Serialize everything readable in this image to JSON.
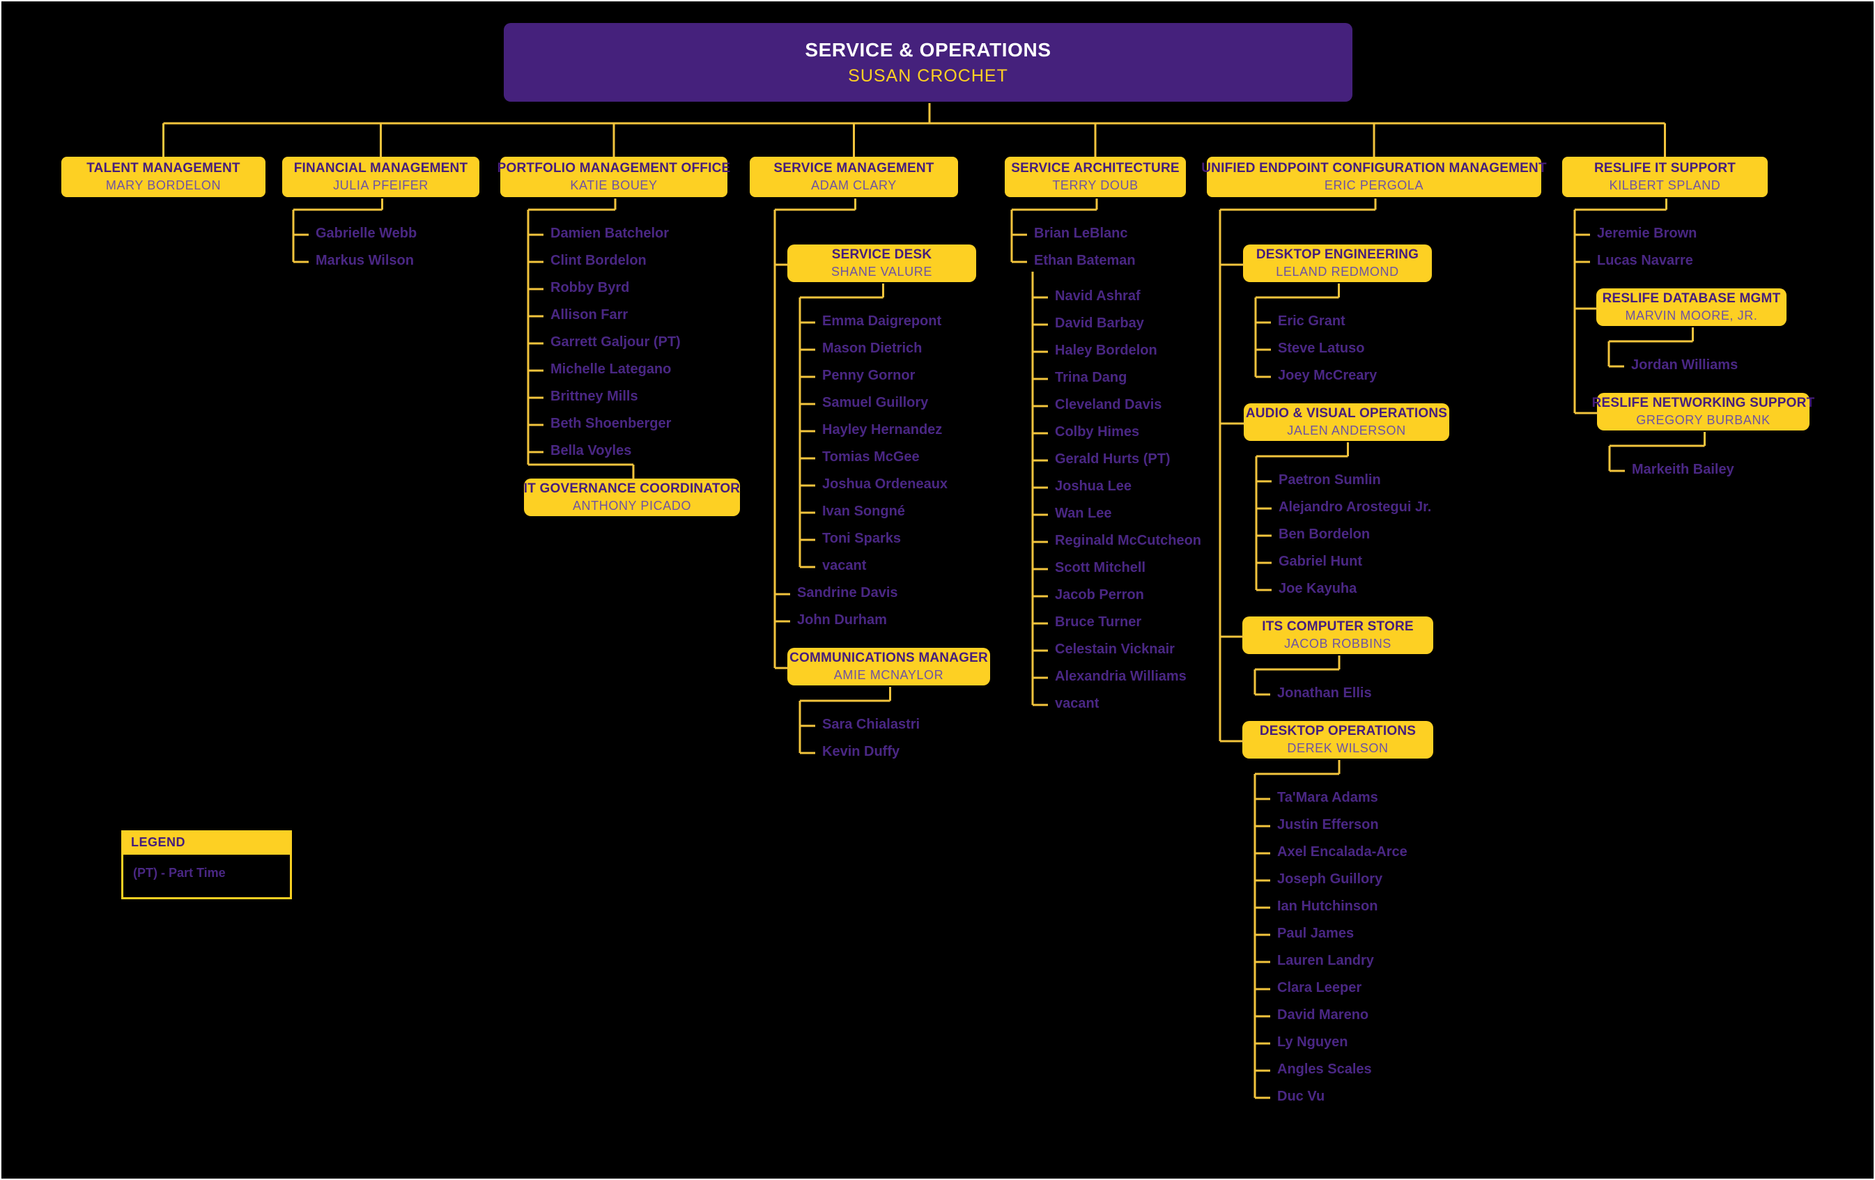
{
  "root": {
    "title": "SERVICE & OPERATIONS",
    "name": "SUSAN CROCHET"
  },
  "legend": {
    "title": "LEGEND",
    "items": [
      "(PT) - Part Time"
    ]
  },
  "colors": {
    "background": "#000000",
    "gold": "#FDD023",
    "purple": "#45217C",
    "box_title_purple": "#461D7C",
    "box_subtitle_purple": "#6E52A3",
    "name_purple": "#4A2784",
    "root_title_white": "#FFFFFF"
  },
  "branches": [
    {
      "title": "TALENT MANAGEMENT",
      "name": "MARY BORDELON",
      "children": []
    },
    {
      "title": "FINANCIAL MANAGEMENT",
      "name": "JULIA PFEIFER",
      "children": [
        {
          "person": "Gabrielle Webb"
        },
        {
          "person": "Markus Wilson"
        }
      ]
    },
    {
      "title": "PORTFOLIO MANAGEMENT OFFICE",
      "name": "KATIE BOUEY",
      "children": [
        {
          "person": "Damien Batchelor"
        },
        {
          "person": "Clint Bordelon"
        },
        {
          "person": "Robby Byrd"
        },
        {
          "person": "Allison Farr"
        },
        {
          "person": "Garrett Galjour (PT)"
        },
        {
          "person": "Michelle Lategano"
        },
        {
          "person": "Brittney Mills"
        },
        {
          "person": "Beth Shoenberger"
        },
        {
          "person": "Bella Voyles"
        },
        {
          "unit": {
            "title": "IT GOVERNANCE COORDINATOR",
            "name": "ANTHONY PICADO"
          },
          "attach": "top"
        }
      ]
    },
    {
      "title": "SERVICE MANAGEMENT",
      "name": "ADAM CLARY",
      "children": [
        {
          "unit": {
            "title": "SERVICE DESK",
            "name": "SHANE VALURE"
          },
          "reports": [
            {
              "person": "Emma Daigrepont"
            },
            {
              "person": "Mason Dietrich"
            },
            {
              "person": "Penny Gornor"
            },
            {
              "person": "Samuel Guillory"
            },
            {
              "person": "Hayley Hernandez"
            },
            {
              "person": "Tomias McGee"
            },
            {
              "person": "Joshua Ordeneaux"
            },
            {
              "person": "Ivan Songné"
            },
            {
              "person": "Toni Sparks"
            },
            {
              "person": "vacant"
            }
          ]
        },
        {
          "person": "Sandrine Davis"
        },
        {
          "person": "John Durham"
        },
        {
          "unit": {
            "title": "COMMUNICATIONS MANAGER",
            "name": "AMIE MCNAYLOR"
          },
          "reports": [
            {
              "person": "Sara Chialastri"
            },
            {
              "person": "Kevin Duffy"
            }
          ]
        }
      ]
    },
    {
      "title": "SERVICE ARCHITECTURE",
      "name": "TERRY DOUB",
      "children": [
        {
          "person": "Brian LeBlanc"
        },
        {
          "person": "Ethan Bateman",
          "reports": [
            {
              "person": "Navid Ashraf"
            },
            {
              "person": "David Barbay"
            },
            {
              "person": "Haley Bordelon"
            },
            {
              "person": "Trina Dang"
            },
            {
              "person": "Cleveland Davis"
            },
            {
              "person": "Colby Himes"
            },
            {
              "person": "Gerald Hurts (PT)"
            },
            {
              "person": "Joshua Lee"
            },
            {
              "person": "Wan Lee"
            },
            {
              "person": "Reginald McCutcheon"
            },
            {
              "person": "Scott Mitchell"
            },
            {
              "person": "Jacob Perron"
            },
            {
              "person": "Bruce Turner"
            },
            {
              "person": "Celestain Vicknair"
            },
            {
              "person": "Alexandria Williams"
            },
            {
              "person": "vacant"
            }
          ]
        }
      ]
    },
    {
      "title": "UNIFIED ENDPOINT CONFIGURATION MANAGEMENT",
      "name": "ERIC PERGOLA",
      "children": [
        {
          "unit": {
            "title": "DESKTOP ENGINEERING",
            "name": "LELAND REDMOND"
          },
          "reports": [
            {
              "person": "Eric Grant"
            },
            {
              "person": "Steve Latuso"
            },
            {
              "person": "Joey McCreary"
            }
          ]
        },
        {
          "unit": {
            "title": "AUDIO & VISUAL OPERATIONS",
            "name": "JALEN ANDERSON"
          },
          "reports": [
            {
              "person": "Paetron Sumlin"
            },
            {
              "person": "Alejandro Arostegui Jr."
            },
            {
              "person": "Ben Bordelon"
            },
            {
              "person": "Gabriel Hunt"
            },
            {
              "person": "Joe Kayuha"
            }
          ]
        },
        {
          "unit": {
            "title": "ITS COMPUTER STORE",
            "name": "JACOB ROBBINS"
          },
          "reports": [
            {
              "person": "Jonathan Ellis"
            }
          ]
        },
        {
          "unit": {
            "title": "DESKTOP OPERATIONS",
            "name": "DEREK WILSON"
          },
          "reports": [
            {
              "person": "Ta'Mara Adams"
            },
            {
              "person": "Justin Efferson"
            },
            {
              "person": "Axel Encalada-Arce"
            },
            {
              "person": "Joseph Guillory"
            },
            {
              "person": "Ian Hutchinson"
            },
            {
              "person": "Paul James"
            },
            {
              "person": "Lauren Landry"
            },
            {
              "person": "Clara Leeper"
            },
            {
              "person": "David Mareno"
            },
            {
              "person": "Ly Nguyen"
            },
            {
              "person": "Angles Scales"
            },
            {
              "person": "Duc Vu"
            }
          ]
        }
      ]
    },
    {
      "title": "RESLIFE IT SUPPORT",
      "name": "KILBERT SPLAND",
      "children": [
        {
          "person": "Jeremie Brown"
        },
        {
          "person": "Lucas Navarre"
        },
        {
          "unit": {
            "title": "RESLIFE DATABASE MGMT",
            "name": "MARVIN MOORE, JR."
          },
          "reports": [
            {
              "person": "Jordan Williams"
            }
          ]
        },
        {
          "unit": {
            "title": "RESLIFE NETWORKING SUPPORT",
            "name": "GREGORY BURBANK"
          },
          "reports": [
            {
              "person": "Markeith Bailey"
            }
          ]
        }
      ]
    }
  ]
}
